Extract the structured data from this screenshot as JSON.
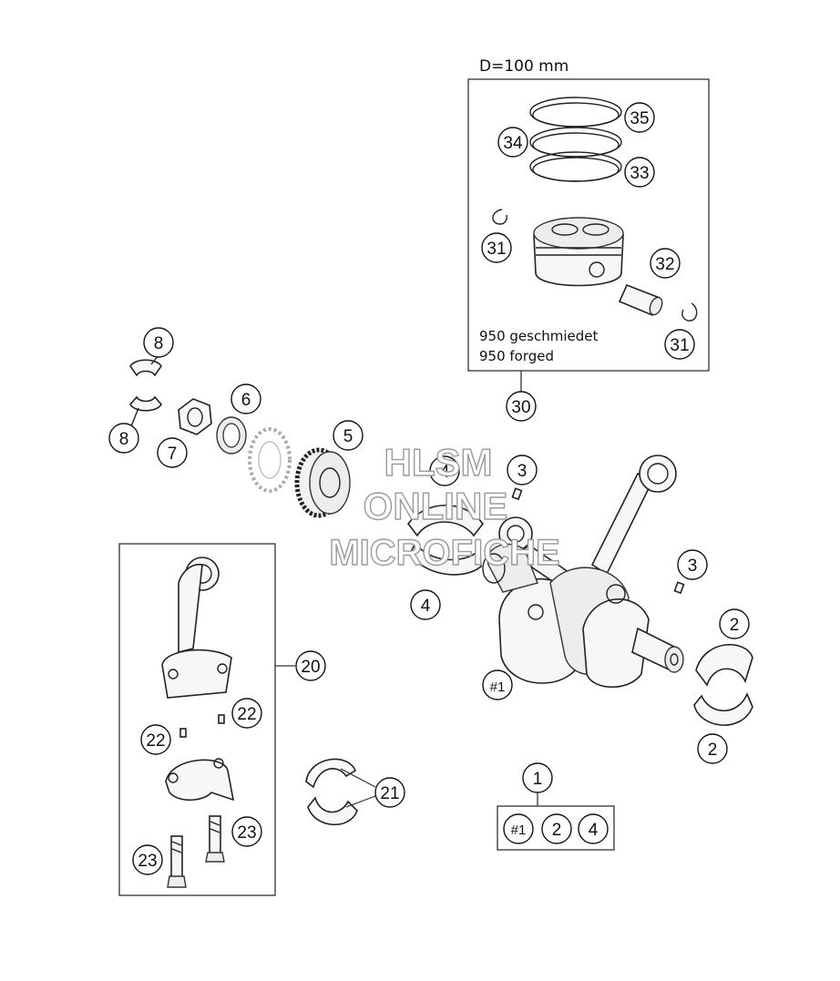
{
  "piston_box": {
    "diameter_note": "D=100 mm",
    "note_line1": "950 geschmiedet",
    "note_line2": "950 forged"
  },
  "watermark": {
    "line1": "HLSM",
    "line2": "ONLINE",
    "line3": "MICROFICHE"
  },
  "callouts": {
    "c35": "35",
    "c34": "34",
    "c33": "33",
    "c31a": "31",
    "c32": "32",
    "c31b": "31",
    "c30": "30",
    "c8a": "8",
    "c8b": "8",
    "c7": "7",
    "c6": "6",
    "c5": "5",
    "c4a": "4",
    "c4b": "4",
    "c3a": "3",
    "c3b": "3",
    "c2a": "2",
    "c2b": "2",
    "c1crank": "#1",
    "c20": "20",
    "c22a": "22",
    "c22b": "22",
    "c23a": "23",
    "c23b": "23",
    "c21": "21",
    "c1": "1",
    "kit1": "#1",
    "kit2": "2",
    "kit3": "4"
  }
}
